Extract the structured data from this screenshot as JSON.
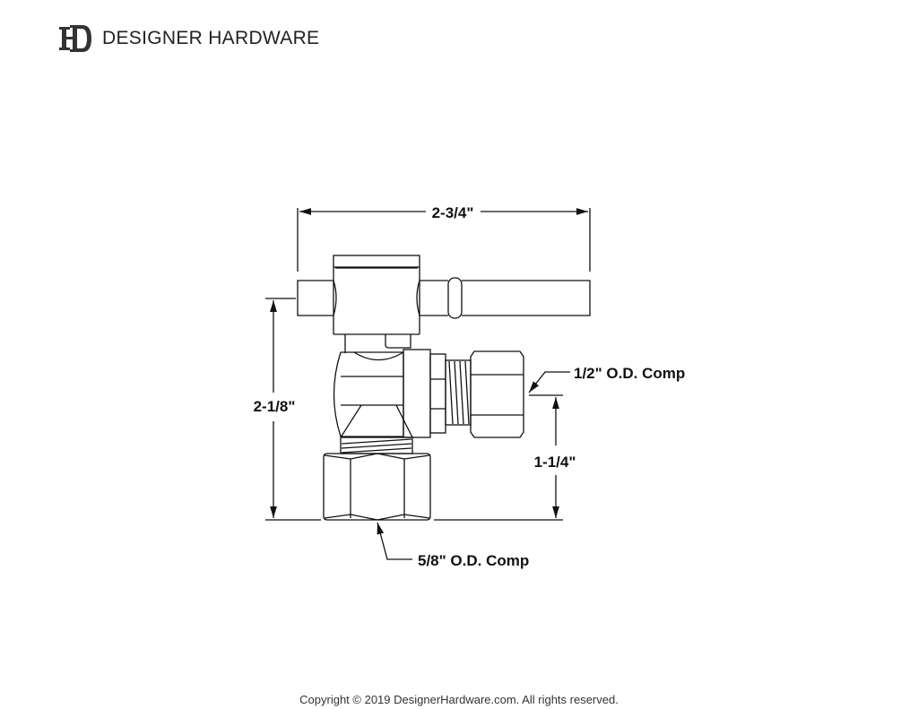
{
  "brand": {
    "logo_icon": "dh-monogram-icon",
    "name": "DESIGNER HARDWARE"
  },
  "drawing": {
    "subject": "Angle stop valve technical drawing",
    "dimensions": {
      "overall_width": "2-3/4\"",
      "overall_height": "2-1/8\"",
      "outlet_height": "1-1/4\""
    },
    "callouts": {
      "outlet": "1/2\" O.D. Comp",
      "inlet": "5/8\" O.D. Comp"
    }
  },
  "footer": {
    "copyright": "Copyright © 2019 DesignerHardware.com. All rights reserved."
  }
}
